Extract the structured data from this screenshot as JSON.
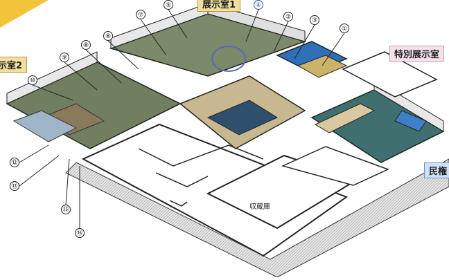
{
  "rooms": {
    "exhibition_1": "展示室1",
    "exhibition_2": "示室2",
    "special": "特別展示室",
    "folk": "民権",
    "storage": "収蔵庫"
  },
  "callouts": {
    "n1": "①",
    "n2": "②",
    "n3": "③",
    "n4": "④",
    "n5": "⑤",
    "n6": "⑥",
    "n7": "⑦",
    "n8": "⑧",
    "n9": "⑨",
    "n10": "⑩",
    "n12": "⑫",
    "n13": "⑬",
    "n15": "⑮",
    "n16": "⑯"
  },
  "colors": {
    "floor_white": "#ffffff",
    "floor_hatch": "#cfcfcf",
    "wall_top": "#e8e8e8",
    "wall_dark": "#222222",
    "room_floor": "#6f7f5f",
    "blue_room": "#2f6fb7",
    "yellow_banner": "#f2c43a",
    "teal_floor": "#3f6f6f"
  }
}
